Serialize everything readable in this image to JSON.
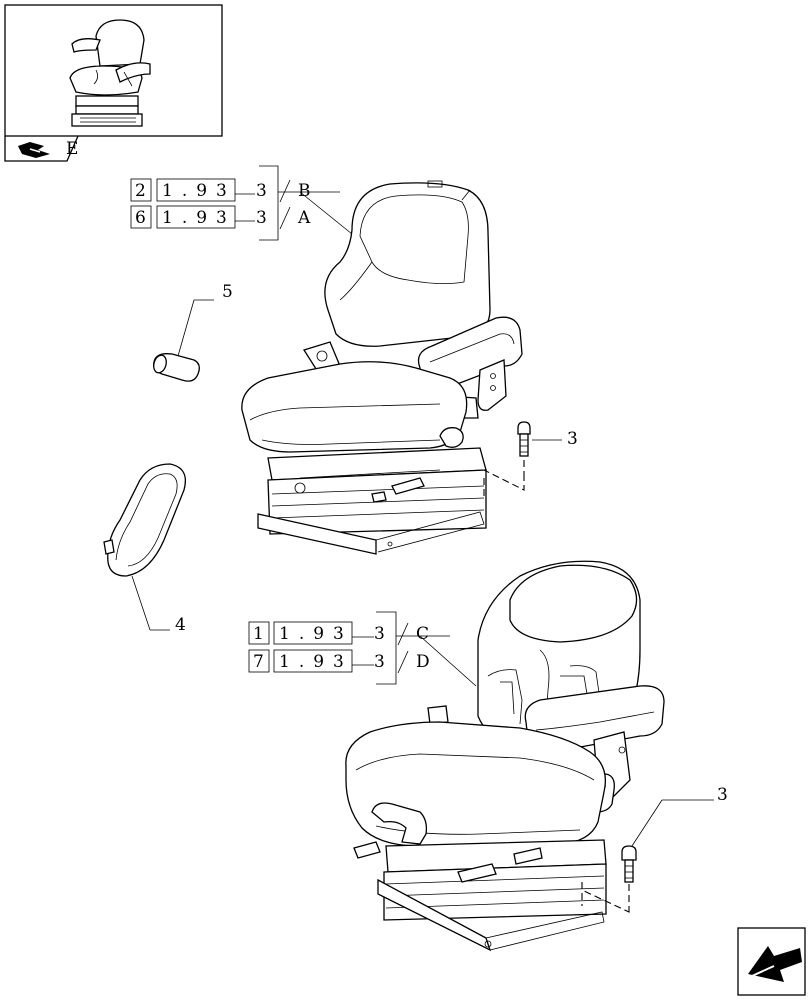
{
  "thumbnail": {
    "label": "E"
  },
  "references": {
    "top": [
      {
        "index": "2",
        "code": "1.93",
        "sub": "3",
        "variant": "B"
      },
      {
        "index": "6",
        "code": "1.93",
        "sub": "3",
        "variant": "A"
      }
    ],
    "bottom": [
      {
        "index": "1",
        "code": "1.93",
        "sub": "3",
        "variant": "C"
      },
      {
        "index": "7",
        "code": "1.93",
        "sub": "3",
        "variant": "D"
      }
    ]
  },
  "callouts": {
    "cap": "5",
    "cover": "4",
    "bolt_top": "3",
    "bolt_bottom": "3"
  }
}
